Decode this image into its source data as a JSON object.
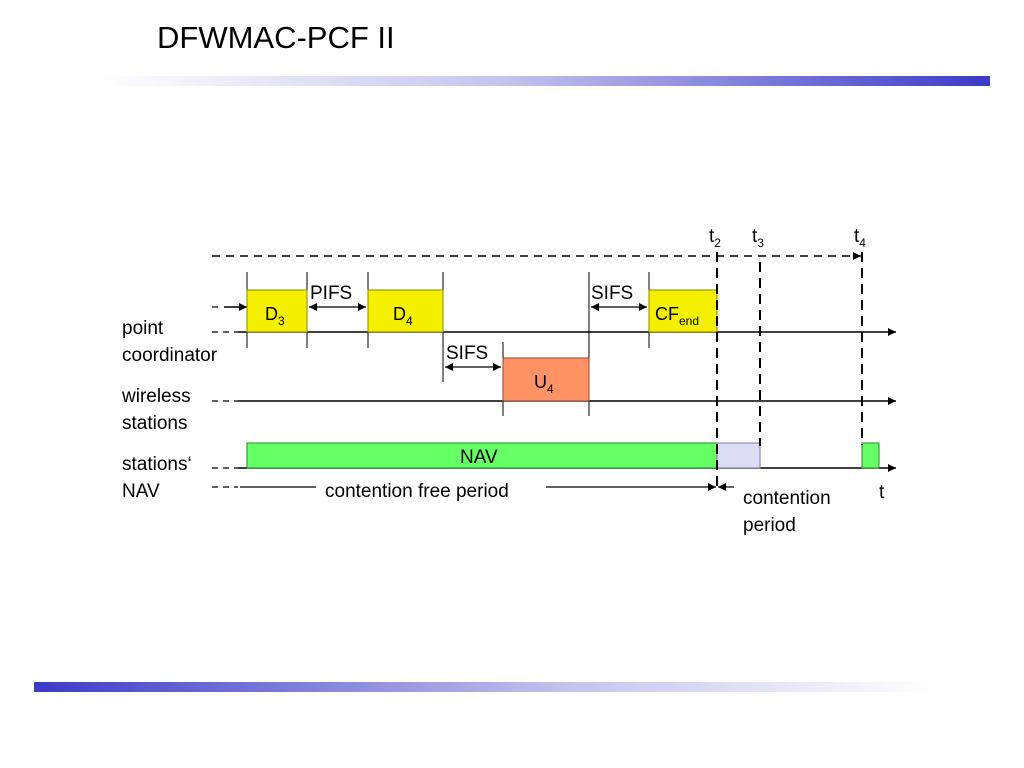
{
  "title": "DFWMAC-PCF II",
  "rows": {
    "point_coordinator": [
      "point",
      "coordinator"
    ],
    "wireless_stations": [
      "wireless",
      "stations"
    ],
    "stations_nav": [
      "stations‘",
      "NAV"
    ]
  },
  "frames": {
    "d3": {
      "main": "D",
      "sub": "3"
    },
    "d4": {
      "main": "D",
      "sub": "4"
    },
    "u4": {
      "main": "U",
      "sub": "4"
    },
    "cf_end": {
      "main": "CF",
      "sub": "end"
    }
  },
  "intervals": {
    "pifs": "PIFS",
    "sifs_1": "SIFS",
    "sifs_2": "SIFS"
  },
  "nav_label": "NAV",
  "periods": {
    "contention_free": "contention free period",
    "contention": [
      "contention",
      "period"
    ]
  },
  "time_markers": {
    "t2": {
      "main": "t",
      "sub": "2"
    },
    "t3": {
      "main": "t",
      "sub": "3"
    },
    "t4": {
      "main": "t",
      "sub": "4"
    }
  },
  "axis_label": "t",
  "colors": {
    "frame_yellow": "#f5f000",
    "uplink_orange": "#ff9366",
    "nav_green": "#66ff66",
    "contention_lavender": "#dcdcf5",
    "accent_blue": "#3b3bc8"
  }
}
